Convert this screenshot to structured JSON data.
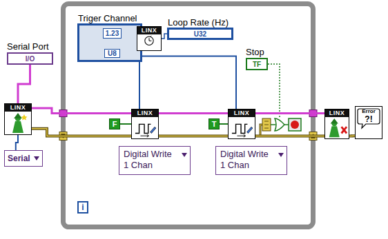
{
  "diagram": {
    "nodes": [
      {
        "text": [
          "Serial Port",
          "I/O"
        ]
      },
      {
        "text": [
          "LINX"
        ]
      },
      {
        "text": [
          "Serial"
        ]
      },
      {
        "text": [
          "Triger Channel",
          "1.23",
          "U8"
        ]
      },
      {
        "text": [
          "LINX"
        ]
      },
      {
        "text": [
          "Loop Rate (Hz)",
          "U32"
        ]
      },
      {
        "text": [
          "F"
        ]
      },
      {
        "text": [
          "LINX"
        ]
      },
      {
        "text": [
          "Digital Write 1 Chan"
        ]
      },
      {
        "text": [
          "T"
        ]
      },
      {
        "text": [
          "LINX"
        ]
      },
      {
        "text": [
          "Digital Write 1 Chan"
        ]
      },
      {
        "text": [
          "Stop",
          "TF"
        ]
      },
      {
        "text": [
          "i"
        ]
      },
      {
        "text": [
          "LINX"
        ]
      },
      {
        "text": [
          "Error",
          "?!"
        ]
      }
    ],
    "edges": [
      {
        "from": 0,
        "to": 1,
        "arrow": "none"
      },
      {
        "from": 2,
        "to": 1,
        "arrow": "none"
      },
      {
        "from": 1,
        "to": 7,
        "arrow": "none"
      },
      {
        "from": 3,
        "to": 7,
        "arrow": "none"
      },
      {
        "from": 3,
        "to": 10,
        "arrow": "none"
      },
      {
        "from": 6,
        "to": 7,
        "arrow": "none"
      },
      {
        "from": 7,
        "to": 10,
        "arrow": "none"
      },
      {
        "from": 9,
        "to": 10,
        "arrow": "none"
      },
      {
        "from": 10,
        "to": 14,
        "arrow": "none"
      },
      {
        "from": 14,
        "to": 15,
        "arrow": "none"
      },
      {
        "from": 4,
        "to": 5,
        "arrow": "none"
      }
    ]
  }
}
